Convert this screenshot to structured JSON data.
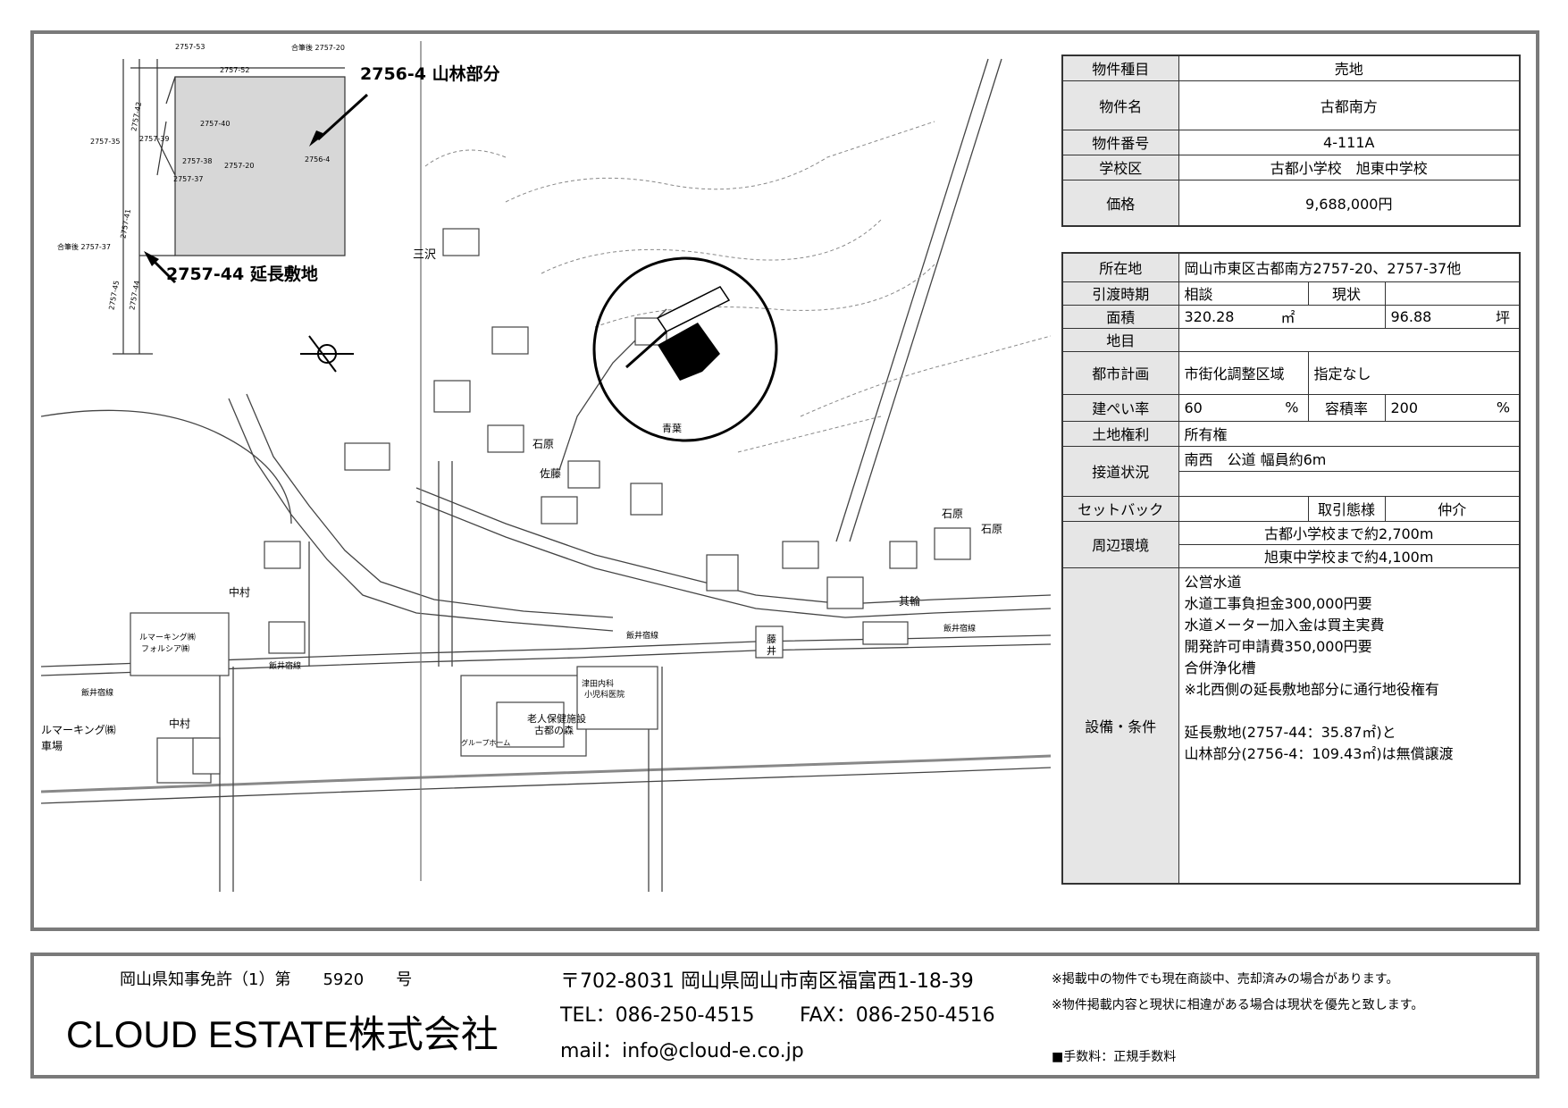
{
  "map": {
    "callout_forest": "2756-4 山林部分",
    "callout_extension": "2757-44 延長敷地",
    "labels": {
      "plot_2757_53": "2757-53",
      "plot_2757_52": "2757-52",
      "plot_2757_40": "2757-40",
      "plot_2757_39": "2757-39",
      "plot_2757_38": "2757-38",
      "plot_2757_37": "2757-37",
      "plot_2757_20": "2757-20",
      "plot_2757_41": "2757-41",
      "plot_2757_42": "2757-42",
      "plot_2757_35": "2757-35",
      "plot_2757_45": "2757-45",
      "plot_2757_44": "2757-44",
      "plot_2756_4": "2756-4",
      "merged_top": "合筆後 2757-20",
      "merged_bottom": "合筆後 2757-37",
      "area_sanzawa": "三沢",
      "area_ishihara1": "石原",
      "area_ishihara2": "石原",
      "area_ishihara3": "石原",
      "area_sato": "佐藤",
      "area_aoba": "青葉",
      "area_kibi": "其輪",
      "area_fujii": "藤井",
      "area_nakamura1": "中村",
      "area_nakamura2": "中村",
      "road_iiida1": "飯井宿線",
      "road_iiida2": "飯井宿線",
      "road_iiida3": "飯井宿線",
      "road_iiida4": "飯井宿線",
      "facility_nursing": "老人保健施設",
      "facility_nursing2": "古都の森",
      "facility_clinic": "津田内科",
      "facility_clinic2": "小児科医院",
      "facility_group": "グループホーム",
      "parking_left": "ルマーキング㈱",
      "parking_left2": "車場",
      "parking_mid": "ルマーキング㈱",
      "parking_mid2": "フォルシア㈱"
    }
  },
  "property": {
    "rows": [
      {
        "label": "物件種目",
        "value": "売地"
      },
      {
        "label": "物件名",
        "value": "古都南方"
      },
      {
        "label": "物件番号",
        "value": "4-111A"
      },
      {
        "label": "学校区",
        "value": "古都小学校　旭東中学校"
      },
      {
        "label": "価格",
        "value": "9,688,000円"
      }
    ]
  },
  "details": {
    "location_label": "所在地",
    "location": "岡山市東区古都南方2757-20、2757-37他",
    "handover_label": "引渡時期",
    "handover": "相談",
    "status_label": "現状",
    "status": "",
    "area_label": "面積",
    "area_m2": "320.28",
    "area_m2_unit": "㎡",
    "area_tsubo": "96.88",
    "area_tsubo_unit": "坪",
    "chimoku_label": "地目",
    "chimoku": "",
    "city_plan_label": "都市計画",
    "city_plan": "市街化調整区域",
    "zoning": "指定なし",
    "bcr_label": "建ぺい率",
    "bcr": "60",
    "bcr_unit": "%",
    "far_label": "容積率",
    "far": "200",
    "far_unit": "%",
    "rights_label": "土地権利",
    "rights": "所有権",
    "road_label": "接道状況",
    "road": "南西　公道 幅員約6m",
    "road2": "",
    "setback_label": "セットバック",
    "setback": "",
    "trade_label": "取引態様",
    "trade": "仲介",
    "surround_label": "周辺環境",
    "surround": [
      "古都小学校まで約2,700m",
      "旭東中学校まで約4,100m"
    ],
    "facilities_label": "設備・条件",
    "facilities": [
      "公営水道",
      "水道工事負担金300,000円要",
      "水道メーター加入金は買主実費",
      "開発許可申請費350,000円要",
      "合併浄化槽",
      "※北西側の延長敷地部分に通行地役権有",
      "",
      "延長敷地(2757-44：35.87㎡)と",
      "山林部分(2756-4：109.43㎡)は無償譲渡"
    ]
  },
  "footer": {
    "license": "岡山県知事免許（1）第　　5920　　号",
    "company": "CLOUD ESTATE株式会社",
    "address": "〒702-8031 岡山県岡山市南区福富西1-18-39",
    "tel": "TEL：086-250-4515",
    "fax": "FAX：086-250-4516",
    "mail": "mail：info@cloud-e.co.jp",
    "note1": "※掲載中の物件でも現在商談中、売却済みの場合があります。",
    "note2": "※物件掲載内容と現状に相違がある場合は現状を優先と致します。",
    "fee": "■手数料：正規手数料"
  }
}
